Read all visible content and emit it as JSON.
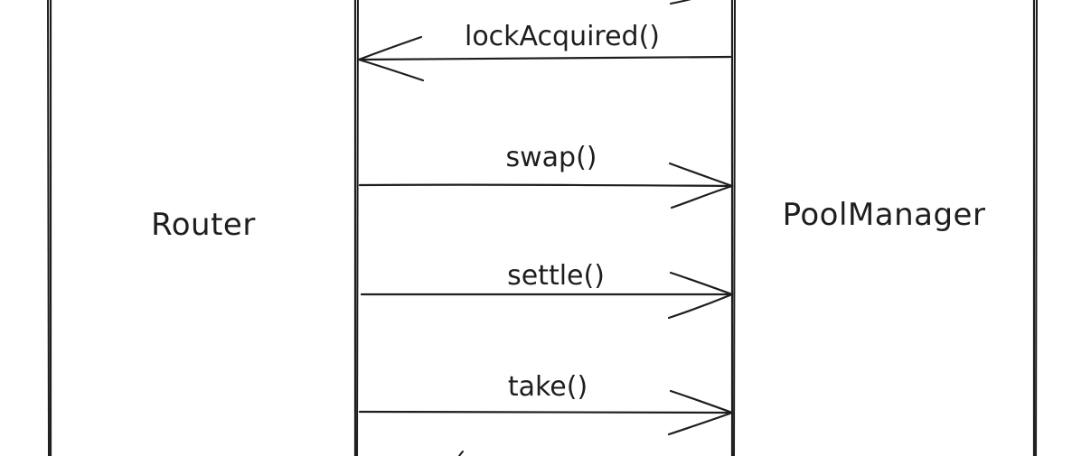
{
  "participants": {
    "router": "Router",
    "pool_manager": "PoolManager"
  },
  "messages": [
    {
      "label": "lockAcquired()",
      "direction": "left"
    },
    {
      "label": "swap()",
      "direction": "right"
    },
    {
      "label": "settle()",
      "direction": "right"
    },
    {
      "label": "take()",
      "direction": "right"
    }
  ],
  "colors": {
    "ink": "#1e1e1e",
    "background": "#ffffff"
  }
}
